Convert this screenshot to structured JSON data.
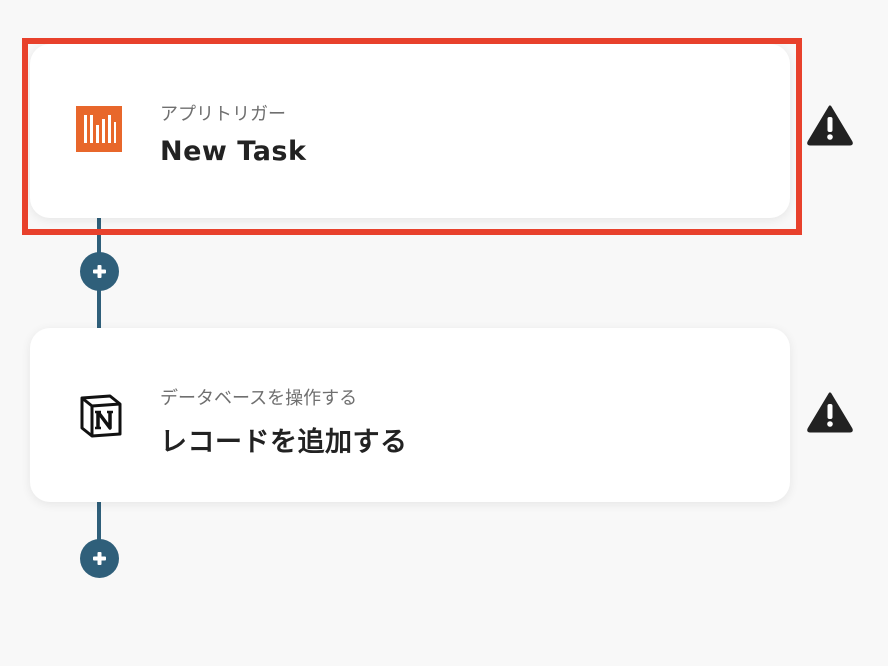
{
  "colors": {
    "accent": "#2f5f7a",
    "highlight": "#e8412c",
    "trigger_icon": "#e8672b",
    "warning": "#222222"
  },
  "steps": [
    {
      "icon": "orange-app-logo-icon",
      "subtitle": "アプリトリガー",
      "title": "New Task"
    },
    {
      "icon": "notion-logo-icon",
      "subtitle": "データベースを操作する",
      "title": "レコードを追加する"
    }
  ],
  "icons": {
    "add": "plus-icon",
    "warning": "warning-triangle-icon"
  }
}
